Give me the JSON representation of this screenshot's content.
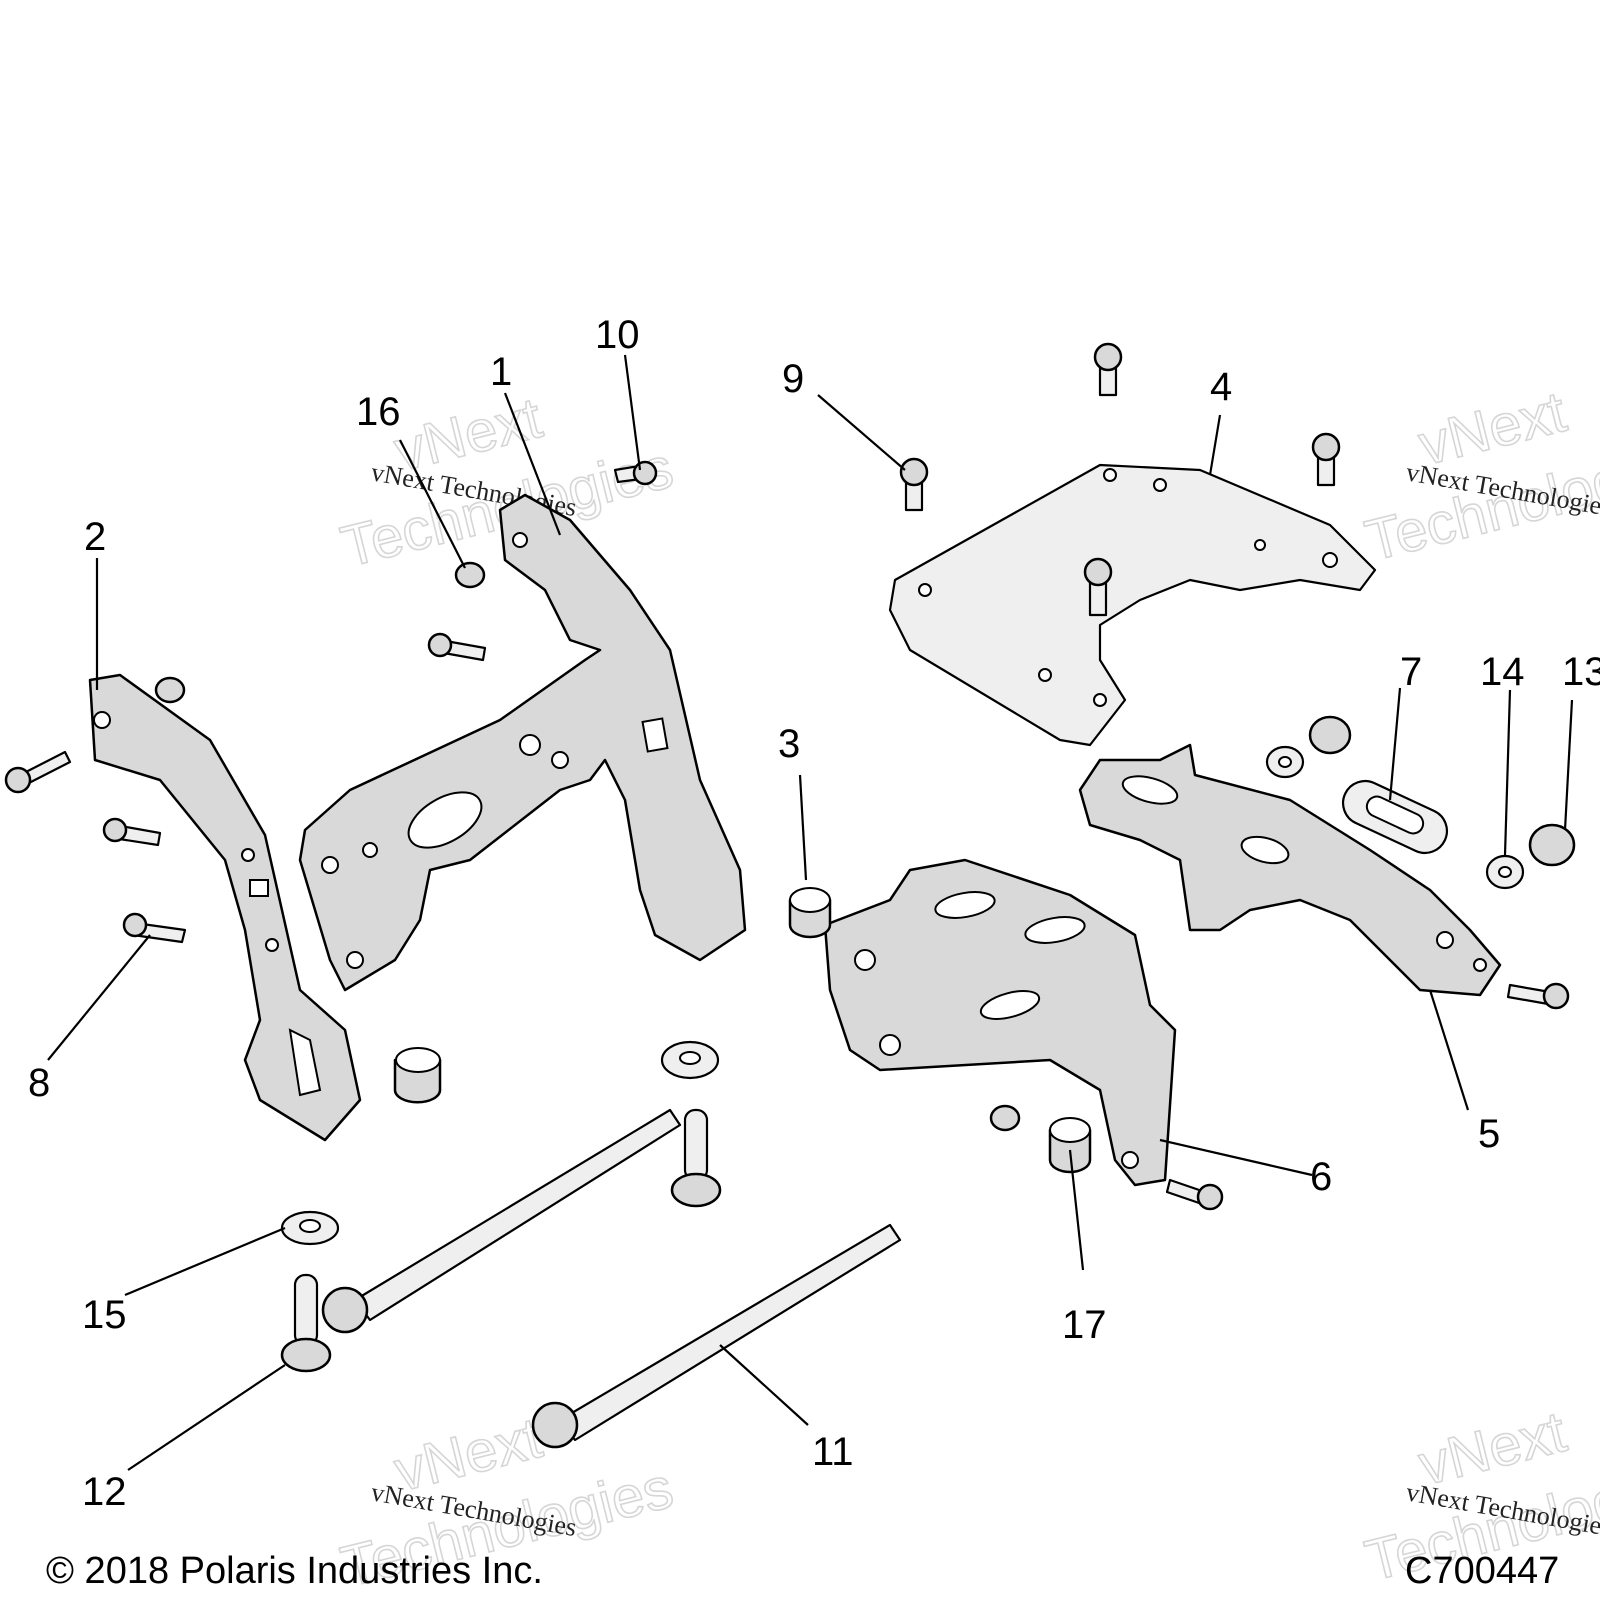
{
  "callouts": [
    {
      "id": "1",
      "label": "1"
    },
    {
      "id": "2",
      "label": "2"
    },
    {
      "id": "3",
      "label": "3"
    },
    {
      "id": "4",
      "label": "4"
    },
    {
      "id": "5",
      "label": "5"
    },
    {
      "id": "6",
      "label": "6"
    },
    {
      "id": "7",
      "label": "7"
    },
    {
      "id": "8",
      "label": "8"
    },
    {
      "id": "9",
      "label": "9"
    },
    {
      "id": "10",
      "label": "10"
    },
    {
      "id": "11",
      "label": "11"
    },
    {
      "id": "12",
      "label": "12"
    },
    {
      "id": "13",
      "label": "13"
    },
    {
      "id": "14",
      "label": "14"
    },
    {
      "id": "15",
      "label": "15"
    },
    {
      "id": "16",
      "label": "16"
    },
    {
      "id": "17",
      "label": "17"
    }
  ],
  "watermark": {
    "big_line1": "vNext",
    "big_line2": "Technologies",
    "small": "vNext Technologies"
  },
  "footer": {
    "copyright": "© 2018 Polaris Industries Inc.",
    "code": "C700447"
  }
}
